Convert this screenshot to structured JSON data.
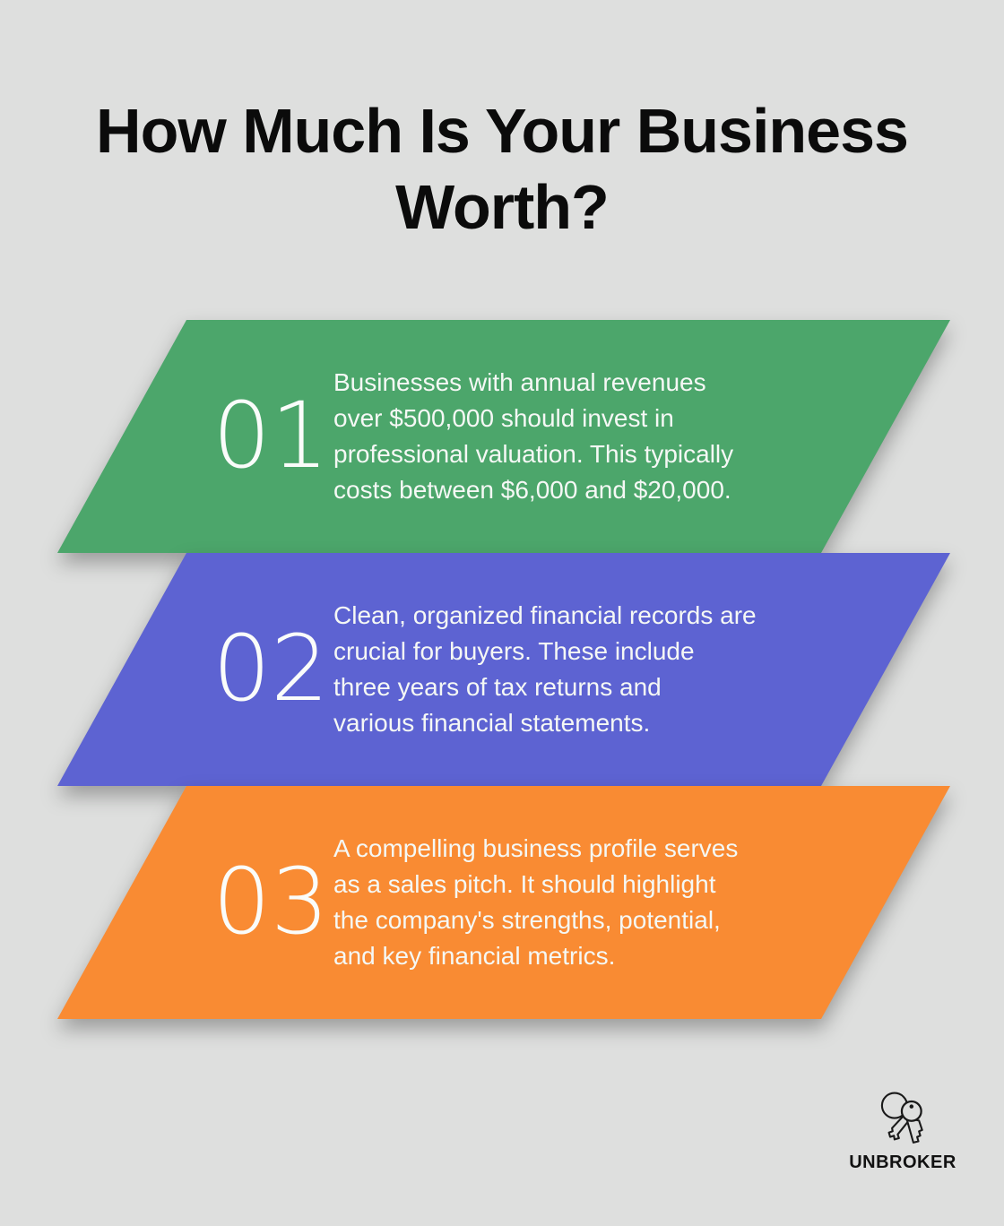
{
  "title_lines": [
    "How Much Is Your Business",
    "Worth?"
  ],
  "items": [
    {
      "number": "01",
      "color": "#4ca66b",
      "lines": [
        "Businesses with annual revenues",
        "over $500,000 should invest in",
        "professional valuation. This typically",
        "costs between $6,000 and $20,000."
      ]
    },
    {
      "number": "02",
      "color": "#5d63d2",
      "lines": [
        "Clean, organized financial records are",
        "crucial for buyers. These include",
        "three years of tax returns and",
        "various financial statements."
      ]
    },
    {
      "number": "03",
      "color": "#f98b33",
      "lines": [
        "A compelling business profile serves",
        "as a sales pitch. It should highlight",
        "the company's strengths, potential,",
        "and key financial metrics."
      ]
    }
  ],
  "footer": {
    "brand": "UNBROKER",
    "logo_icon": "keys-icon"
  },
  "colors": {
    "background": "#dedfde",
    "title_text": "#0b0b0b",
    "band_text": "#f5f8f5"
  }
}
